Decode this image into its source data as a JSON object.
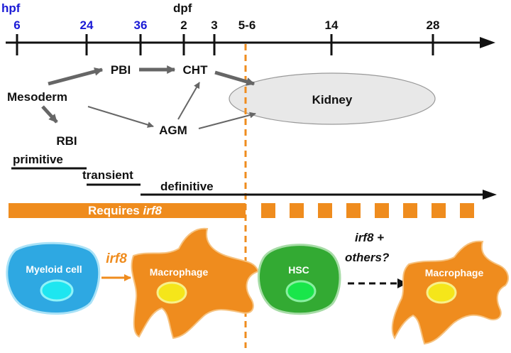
{
  "colors": {
    "timeline": "#111111",
    "hpf_blue": "#1a1ad6",
    "orange": "#ef8c1e",
    "arrow_grey": "#666666",
    "kidney_fill": "#e8e8e8",
    "kidney_stroke": "#999999",
    "myeloid_blue": "#2ea8e2",
    "hsc_green": "#33aa33",
    "nucleus_yellow": "#f5e61a",
    "nucleus_cyan": "#1ee6f0",
    "nucleus_green": "#19e64a"
  },
  "timeline": {
    "hpf_unit": "hpf",
    "dpf_unit": "dpf",
    "hpf_ticks": [
      "6",
      "24",
      "36"
    ],
    "dpf_ticks": [
      "2",
      "3",
      "5-6",
      "14",
      "28"
    ]
  },
  "tissues": {
    "mesoderm": "Mesoderm",
    "pbi": "PBI",
    "cht": "CHT",
    "rbi": "RBI",
    "agm": "AGM",
    "kidney": "Kidney"
  },
  "waves": {
    "primitive": "primitive",
    "transient": "transient",
    "definitive": "definitive"
  },
  "requirement": {
    "prefix": "Requires ",
    "gene": "irf8"
  },
  "cells": {
    "myeloid": "Myeloid cell",
    "macrophage_left": "Macrophage",
    "hsc": "HSC",
    "macrophage_right": "Macrophage",
    "arrow_gene": "irf8",
    "question_line1": "irf8 +",
    "question_line2": "others?"
  }
}
